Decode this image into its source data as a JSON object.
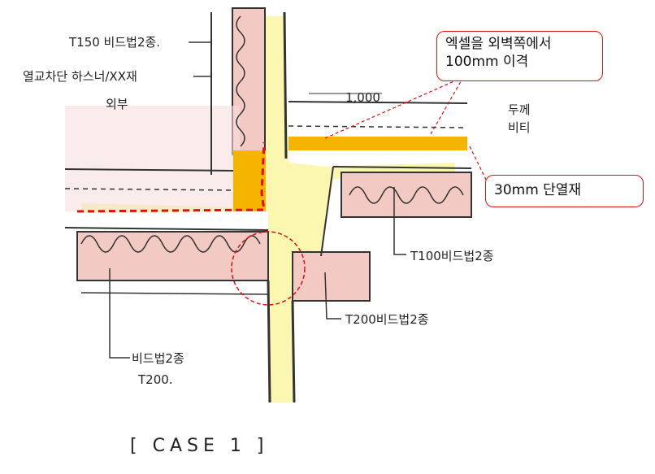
{
  "annotations": {
    "t150": "T150 비드법2종.",
    "thermal_break_line1": "열교차단 하스너/XX재",
    "thermal_break_line2": "외부",
    "dim_1000": "1,000",
    "thickness_line1": "두께",
    "thickness_line2": "비티",
    "t100": "T100비드법2종",
    "t200_right": "T200비드법2종",
    "bead_left_line1": "비드법2종",
    "bead_left_line2": "T200.",
    "case_label": "[ CASE 1 ]"
  },
  "callouts": {
    "excel_line1": "엑셀을 외벽쪽에서",
    "excel_line2": "100mm 이격",
    "insulation": "30mm 단열재"
  },
  "colors": {
    "insulation_bar": "#f5b400",
    "callout_border": "#dd1111",
    "insulation_fill": "#f3c9c4",
    "concrete_fill": "#fbf6b0"
  }
}
